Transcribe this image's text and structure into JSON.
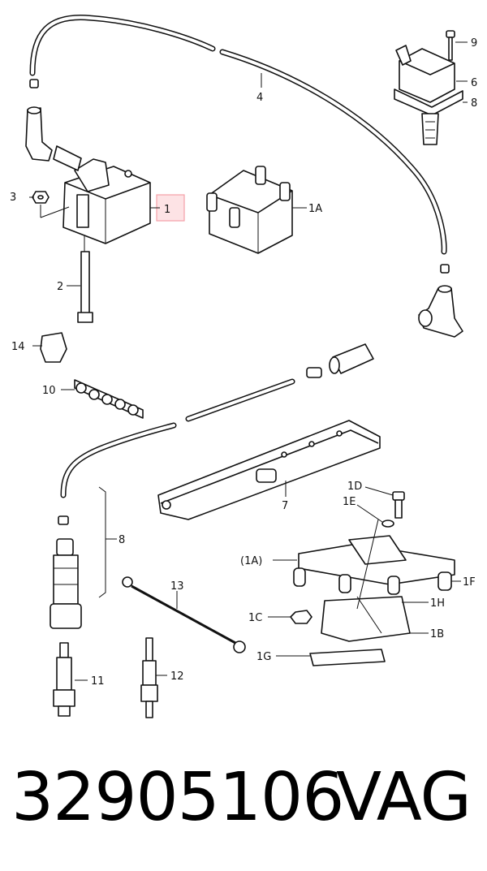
{
  "labels": {
    "l1": "1",
    "l1A": "1A",
    "l2": "2",
    "l3": "3",
    "l4": "4",
    "l6": "6",
    "l7": "7",
    "l8a": "8",
    "l8b": "8",
    "l9": "9",
    "l10": "10",
    "l11": "11",
    "l12": "12",
    "l13": "13",
    "l14": "14",
    "l1B": "1B",
    "l1C": "1C",
    "l1D": "1D",
    "l1E": "1E",
    "l1F": "1F",
    "l1G": "1G",
    "l1H": "1H",
    "l1Aparen": "(1A)"
  },
  "highlight_color": "#f4a0a8",
  "footer": {
    "part_number": "32905106",
    "brand": "VAG"
  }
}
